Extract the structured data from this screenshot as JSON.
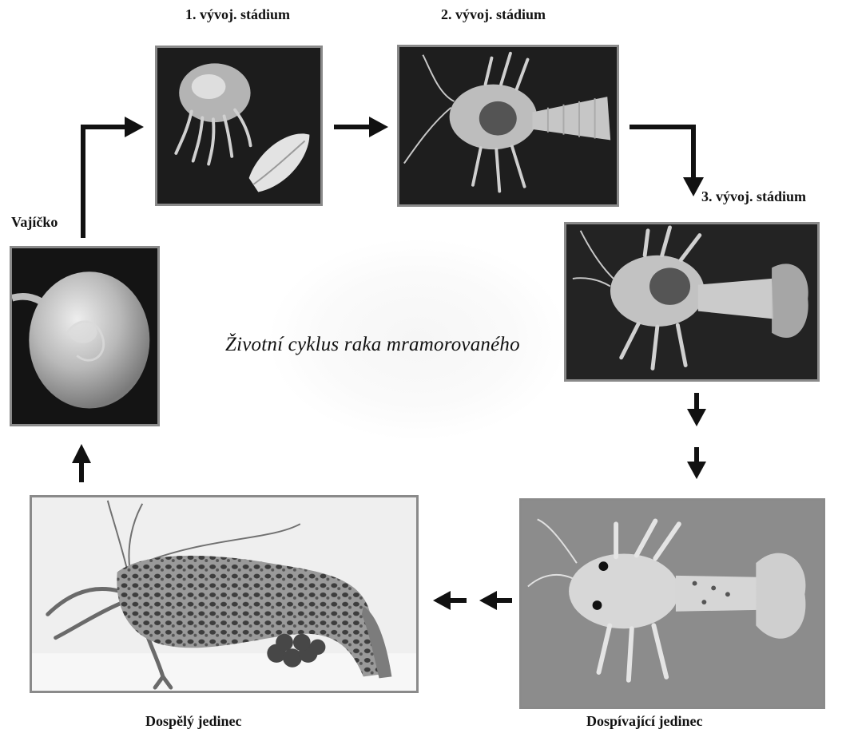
{
  "diagram": {
    "title": "Životní cyklus raka mramorovaného",
    "stages": {
      "egg": "Vajíčko",
      "stage1": "1. vývoj. stádium",
      "stage2": "2. vývoj. stádium",
      "stage3": "3. vývoj. stádium",
      "juvenile": "Dospívající jedinec",
      "adult": "Dospělý jedinec"
    }
  }
}
